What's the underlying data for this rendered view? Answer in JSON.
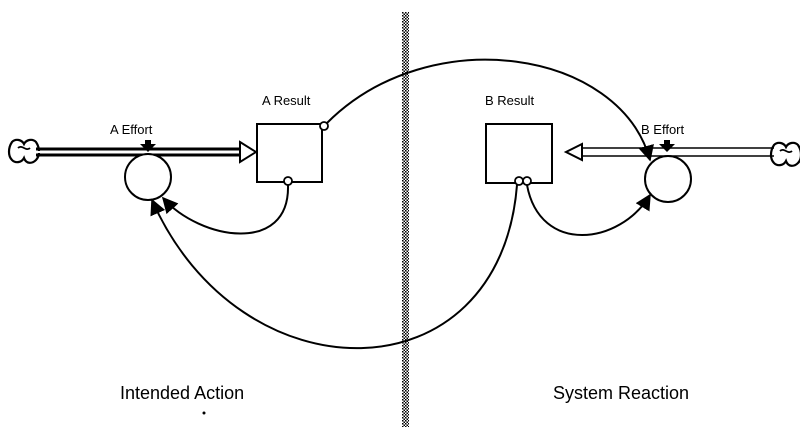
{
  "diagram": {
    "stocks": {
      "a_result": "A Result",
      "b_result": "B Result"
    },
    "flows": {
      "a_effort": "A Effort",
      "b_effort": "B Effort"
    },
    "regions": {
      "left": "Intended Action",
      "right": "System Reaction"
    },
    "sources": {
      "left_icon": "cloud-source-icon",
      "right_icon": "cloud-source-icon"
    }
  }
}
